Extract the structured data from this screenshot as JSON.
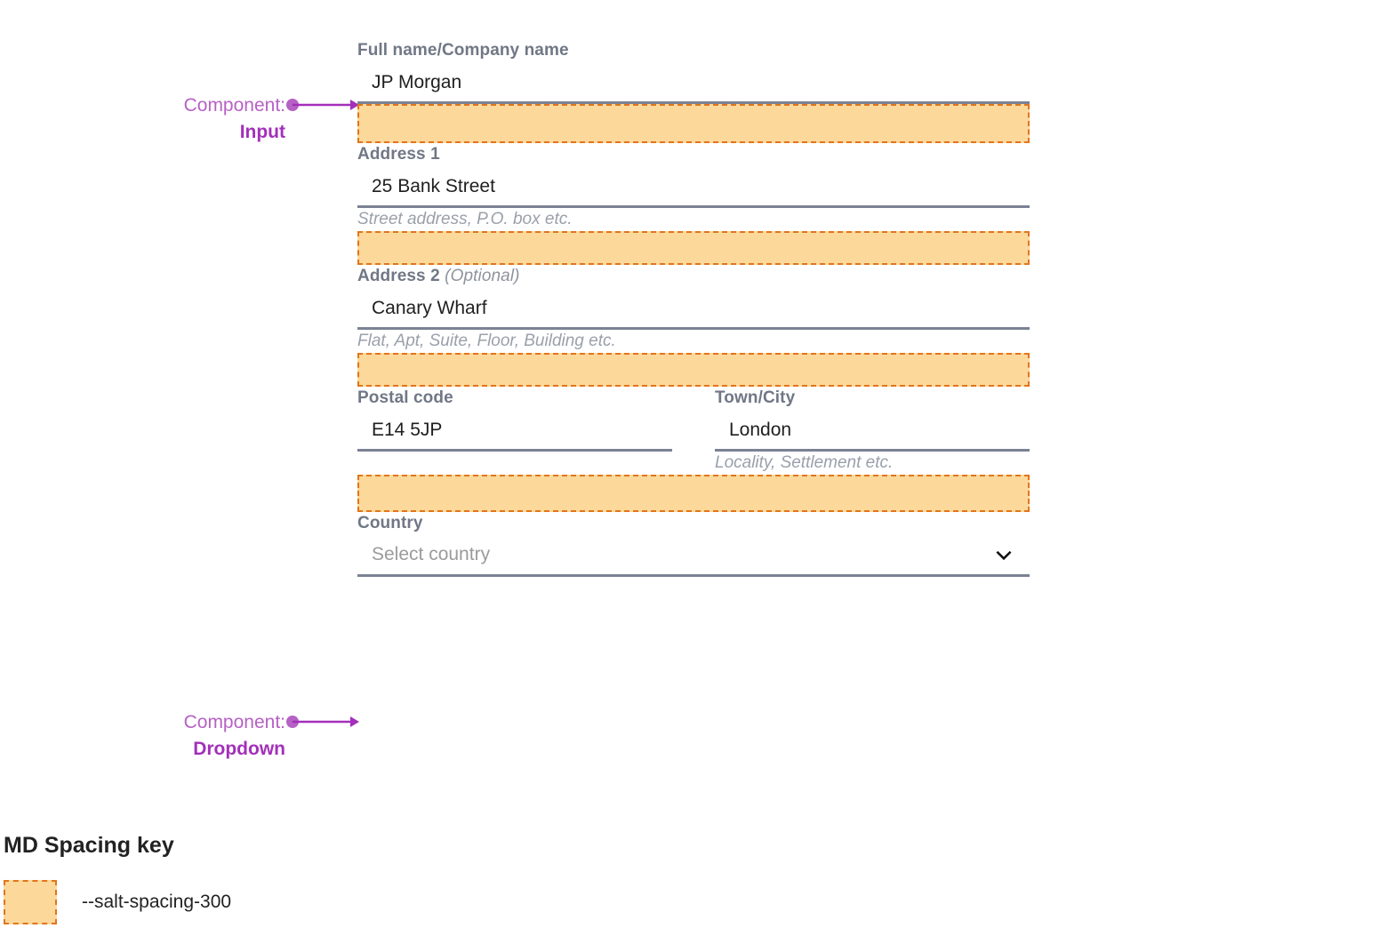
{
  "colors": {
    "label": "#707785",
    "helper": "#9aa0ab",
    "input_text": "#1f1f1f",
    "placeholder": "#9b9b9b",
    "input_underline": "#7b8294",
    "spacing_fill": "#fcd89a",
    "spacing_border": "#e2751b",
    "annotation": "#b661c4",
    "annotation_strong": "#a32fba",
    "legend_text": "#222222",
    "background": "#ffffff"
  },
  "form": {
    "fields": [
      {
        "name": "full-name",
        "label": "Full name/Company name",
        "optional_suffix": "",
        "value": "JP Morgan",
        "placeholder": "",
        "helper": ""
      },
      {
        "name": "address-1",
        "label": "Address 1",
        "optional_suffix": "",
        "value": "25 Bank Street",
        "placeholder": "",
        "helper": "Street address, P.O. box etc."
      },
      {
        "name": "address-2",
        "label": "Address 2",
        "optional_suffix": "(Optional)",
        "value": "Canary Wharf",
        "placeholder": "",
        "helper": "Flat, Apt, Suite, Floor, Building etc."
      },
      {
        "name": "postal-code",
        "label": "Postal code",
        "optional_suffix": "",
        "value": "E14 5JP",
        "placeholder": "",
        "helper": ""
      },
      {
        "name": "town-city",
        "label": "Town/City",
        "optional_suffix": "",
        "value": "London",
        "placeholder": "",
        "helper": "Locality, Settlement etc."
      },
      {
        "name": "country",
        "label": "Country",
        "optional_suffix": "",
        "value": "",
        "placeholder": "Select country",
        "helper": ""
      }
    ]
  },
  "annotations": [
    {
      "prefix": "Component:",
      "kind": "Input",
      "target": "full-name-input"
    },
    {
      "prefix": "Component:",
      "kind": "Dropdown",
      "target": "country-dropdown"
    }
  ],
  "legend": {
    "title": "MD Spacing key",
    "items": [
      {
        "token": "--salt-spacing-300"
      }
    ]
  }
}
